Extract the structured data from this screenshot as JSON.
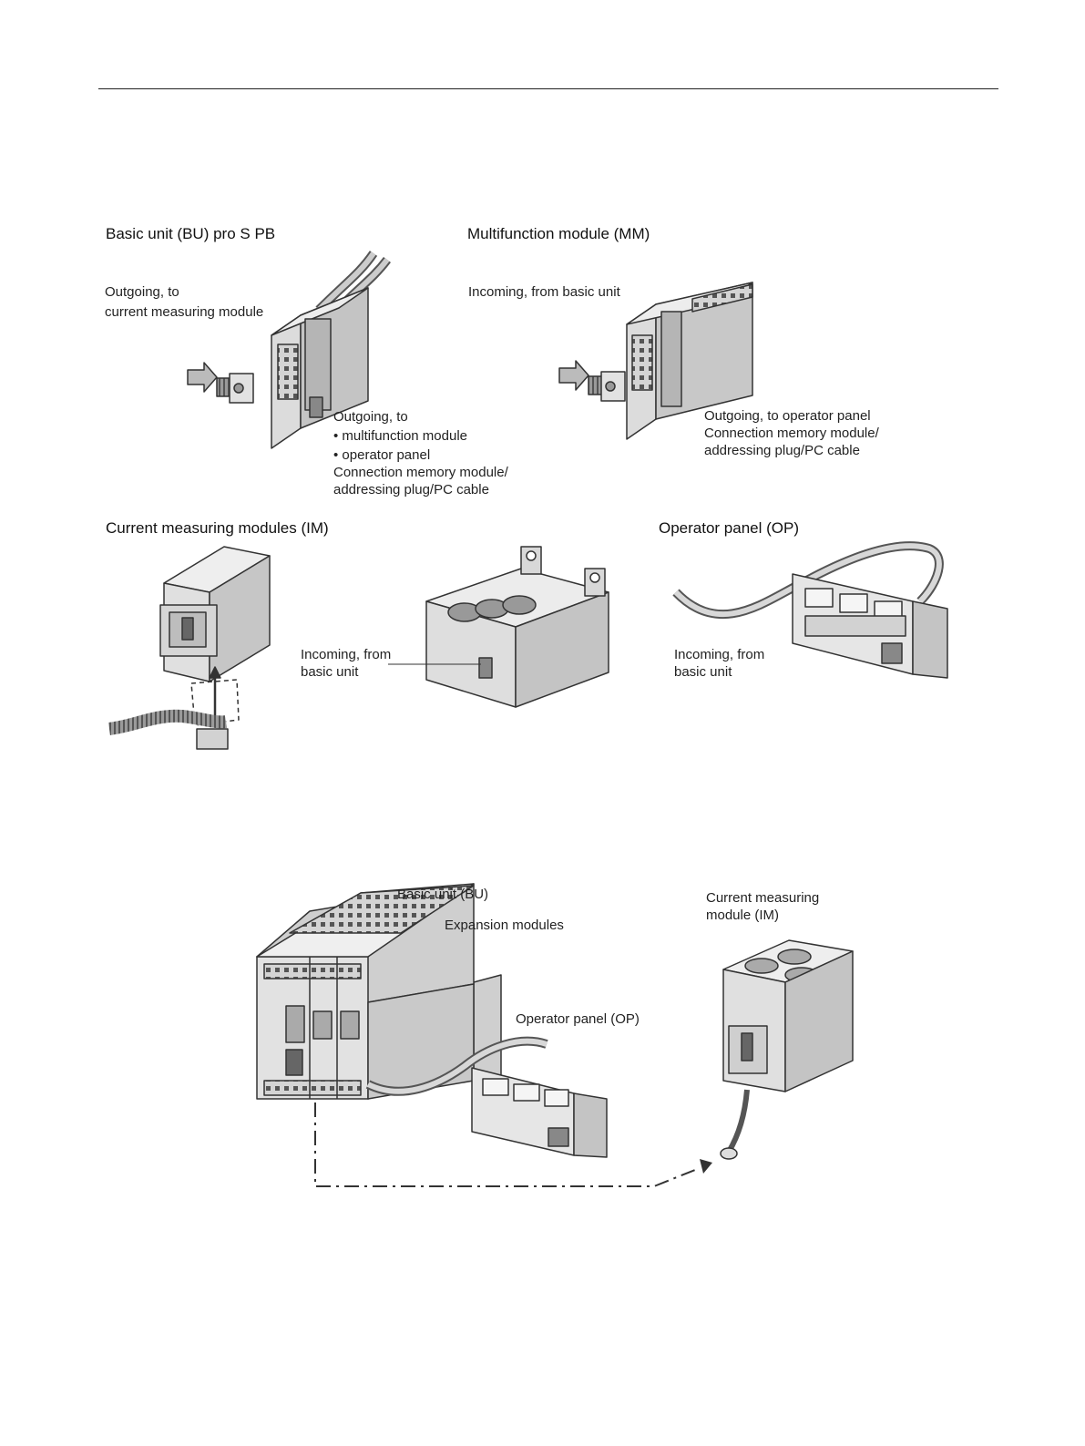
{
  "figure1": {
    "bu": {
      "heading": "Basic unit (BU) pro S PB",
      "out_im": [
        "Outgoing, to",
        "current measuring module"
      ],
      "out_mm": [
        "Outgoing, to",
        "• multifunction module",
        "• operator panel",
        "Connection memory module/",
        "addressing plug/PC cable"
      ]
    },
    "mm": {
      "heading": "Multifunction module (MM)",
      "incoming": "Incoming, from basic unit",
      "outgoing": [
        "Outgoing, to operator panel",
        "Connection memory module/",
        "addressing plug/PC cable"
      ]
    },
    "im": {
      "heading": "Current measuring modules (IM)",
      "incoming": [
        "Incoming, from",
        "basic unit"
      ]
    },
    "op": {
      "heading": "Operator panel (OP)",
      "incoming": [
        "Incoming, from",
        "basic unit"
      ]
    }
  },
  "figure2": {
    "bu_label": "Basic unit (BU)",
    "expansion_label": "Expansion modules",
    "op_label": "Operator panel (OP)",
    "im_label": [
      "Current measuring",
      "module (IM)"
    ]
  }
}
